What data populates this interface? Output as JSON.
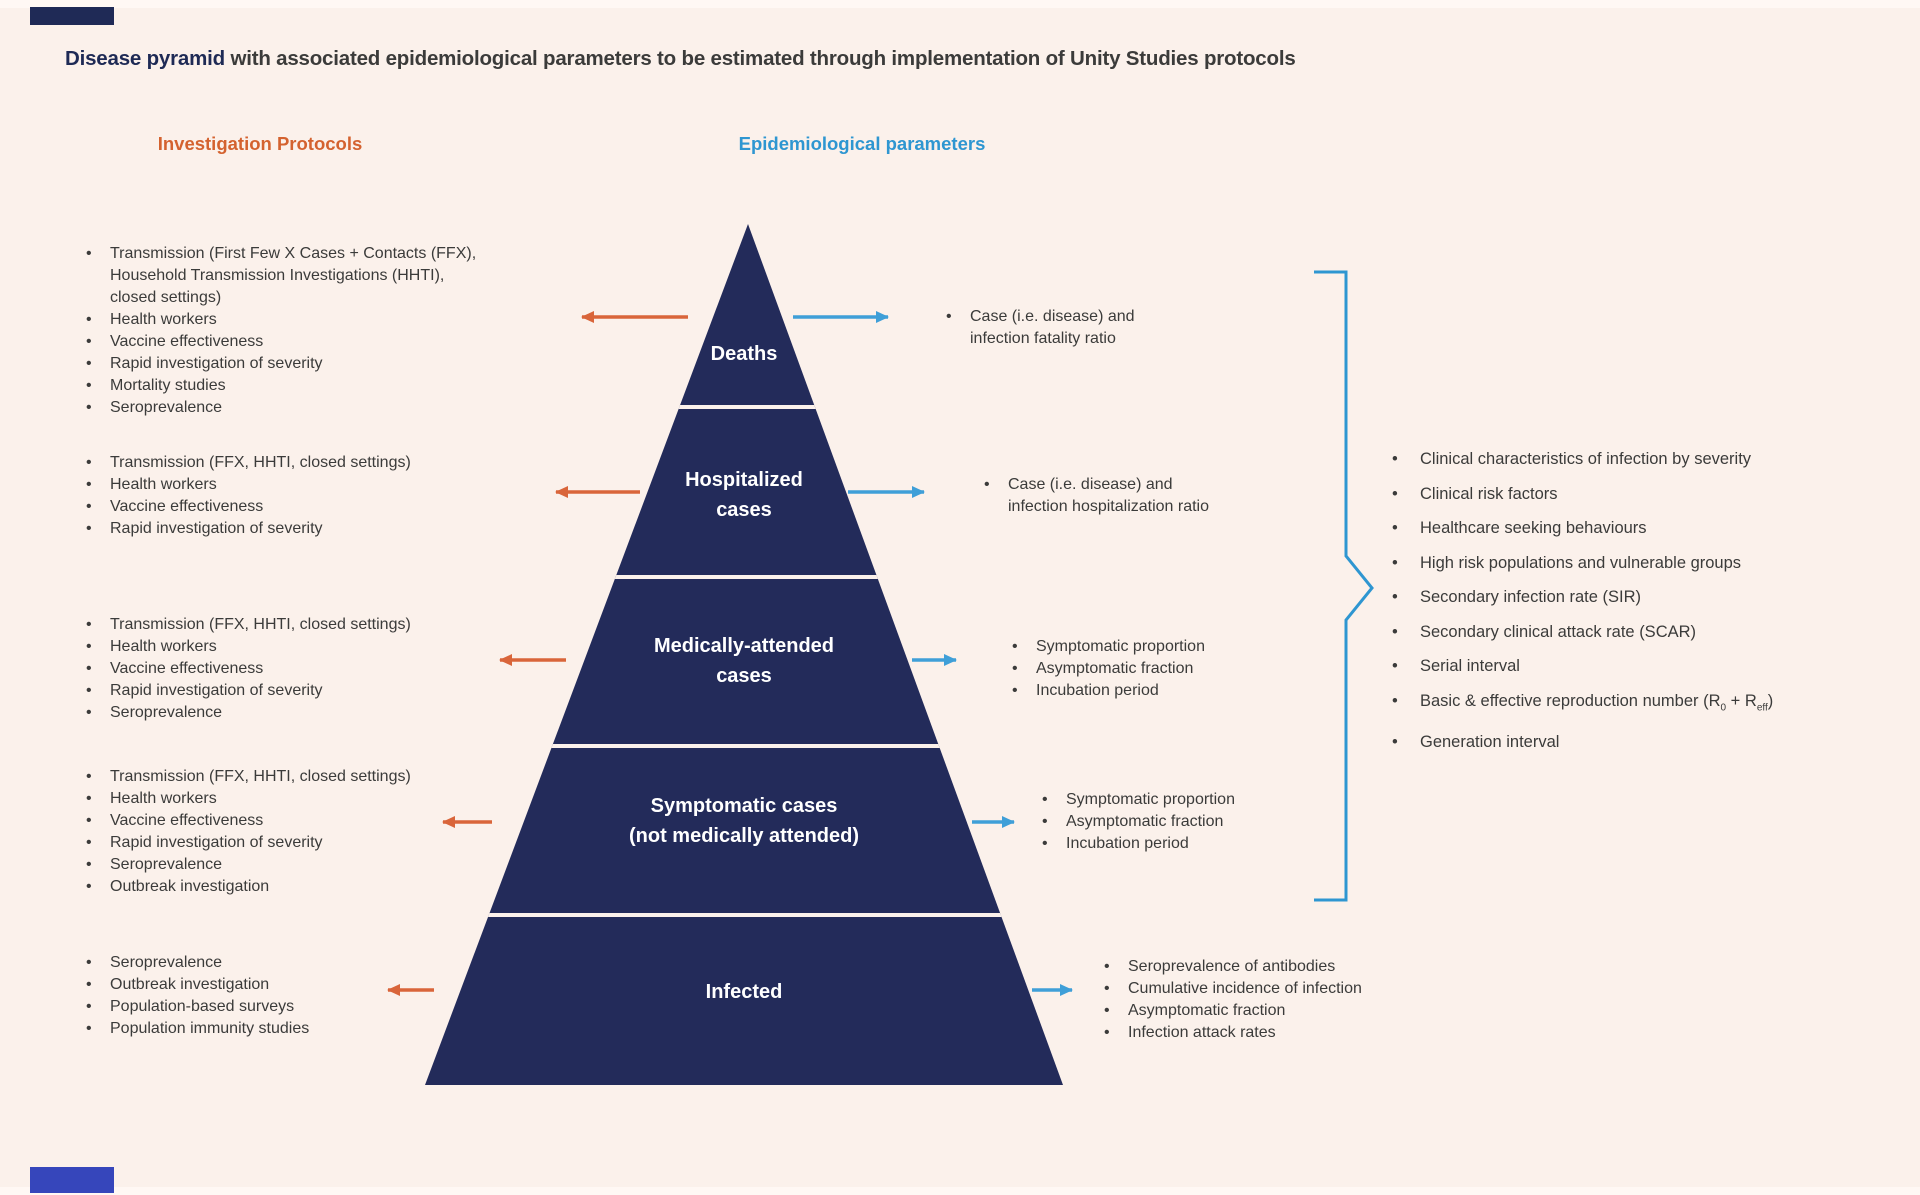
{
  "title": {
    "highlight": "Disease pyramid",
    "rest": " with associated epidemiological parameters to be estimated through implementation of Unity Studies protocols"
  },
  "headers": {
    "left": "Investigation Protocols",
    "right": "Epidemiological parameters"
  },
  "colors": {
    "background": "#fbf1eb",
    "pyramid_navy": "#232b5a",
    "title_navy": "#1e2a55",
    "text_dark": "#3b3b3a",
    "orange_accent": "#d9653a",
    "blue_accent": "#3f9fd8",
    "brace_blue": "#2e96d1"
  },
  "pyramid": {
    "levels": [
      {
        "lines": [
          "Deaths"
        ]
      },
      {
        "lines": [
          "Hospitalized",
          "cases"
        ]
      },
      {
        "lines": [
          "Medically-attended",
          "cases"
        ]
      },
      {
        "lines": [
          "Symptomatic cases",
          "(not medically attended)"
        ]
      },
      {
        "lines": [
          "Infected"
        ]
      }
    ]
  },
  "left_lists": [
    {
      "items": [
        {
          "html": "Transmission (First Few X Cases + Contacts (FFX),<br>Household Transmission Investigations (HHTI),<br>closed settings)"
        },
        "Health workers",
        "Vaccine effectiveness",
        "Rapid investigation of severity",
        "Mortality studies",
        "Seroprevalence"
      ]
    },
    {
      "items": [
        "Transmission (FFX, HHTI, closed settings)",
        "Health workers",
        "Vaccine effectiveness",
        "Rapid investigation of severity"
      ]
    },
    {
      "items": [
        "Transmission (FFX, HHTI, closed settings)",
        "Health workers",
        "Vaccine effectiveness",
        "Rapid investigation of severity",
        "Seroprevalence"
      ]
    },
    {
      "items": [
        "Transmission (FFX, HHTI, closed settings)",
        "Health workers",
        "Vaccine effectiveness",
        "Rapid investigation of severity",
        "Seroprevalence",
        "Outbreak investigation"
      ]
    },
    {
      "items": [
        "Seroprevalence",
        "Outbreak investigation",
        "Population-based surveys",
        "Population immunity studies"
      ]
    }
  ],
  "right_lists": [
    {
      "items": [
        {
          "html": "Case (i.e. disease) and<br>infection fatality ratio"
        }
      ]
    },
    {
      "items": [
        {
          "html": "Case (i.e. disease) and<br>infection hospitalization ratio"
        }
      ]
    },
    {
      "items": [
        "Symptomatic proportion",
        "Asymptomatic fraction",
        "Incubation period"
      ]
    },
    {
      "items": [
        "Symptomatic proportion",
        "Asymptomatic fraction",
        "Incubation period"
      ]
    },
    {
      "items": [
        "Seroprevalence of antibodies",
        "Cumulative incidence of infection",
        "Asymptomatic fraction",
        "Infection attack rates"
      ]
    }
  ],
  "brace_list": {
    "items": [
      "Clinical characteristics of infection by severity",
      "Clinical risk factors",
      "Healthcare seeking behaviours",
      "High risk populations and vulnerable groups",
      "Secondary infection rate (SIR)",
      "Secondary clinical attack rate (SCAR)",
      "Serial interval",
      {
        "html": "Basic &amp; effective reproduction number (R<sub>0</sub> + R<sub>eff</sub>)"
      },
      "Generation interval"
    ]
  }
}
